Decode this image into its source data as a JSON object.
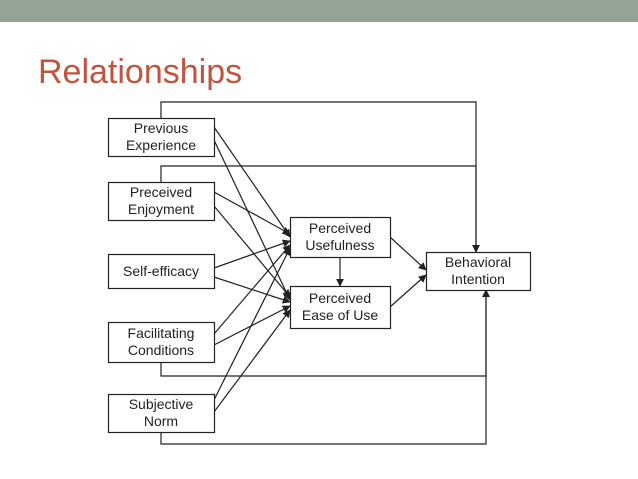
{
  "colors": {
    "top_bar": "#93a496",
    "title": "#c0543f",
    "box_border": "#222222",
    "arrow": "#222222"
  },
  "slide": {
    "title": "Relationships"
  },
  "diagram": {
    "nodes": {
      "previous_experience": "Previous\nExperience",
      "preceived_enjoyment": "Preceived\nEnjoyment",
      "self_efficacy": "Self-efficacy",
      "facilitating_conditions": "Facilitating\nConditions",
      "subjective_norm": "Subjective\nNorm",
      "perceived_usefulness": "Perceived\nUsefulness",
      "perceived_ease_of_use": "Perceived\nEase of Use",
      "behavioral_intention": "Behavioral\nIntention"
    },
    "edges": [
      {
        "from": "previous_experience",
        "to": "perceived_usefulness"
      },
      {
        "from": "previous_experience",
        "to": "perceived_ease_of_use"
      },
      {
        "from": "previous_experience",
        "to": "behavioral_intention"
      },
      {
        "from": "preceived_enjoyment",
        "to": "perceived_usefulness"
      },
      {
        "from": "preceived_enjoyment",
        "to": "perceived_ease_of_use"
      },
      {
        "from": "preceived_enjoyment",
        "to": "behavioral_intention"
      },
      {
        "from": "self_efficacy",
        "to": "perceived_usefulness"
      },
      {
        "from": "self_efficacy",
        "to": "perceived_ease_of_use"
      },
      {
        "from": "facilitating_conditions",
        "to": "perceived_usefulness"
      },
      {
        "from": "facilitating_conditions",
        "to": "perceived_ease_of_use"
      },
      {
        "from": "facilitating_conditions",
        "to": "behavioral_intention"
      },
      {
        "from": "subjective_norm",
        "to": "perceived_usefulness"
      },
      {
        "from": "subjective_norm",
        "to": "perceived_ease_of_use"
      },
      {
        "from": "subjective_norm",
        "to": "behavioral_intention"
      },
      {
        "from": "perceived_usefulness",
        "to": "perceived_ease_of_use"
      },
      {
        "from": "perceived_usefulness",
        "to": "behavioral_intention"
      },
      {
        "from": "perceived_ease_of_use",
        "to": "behavioral_intention"
      }
    ]
  }
}
